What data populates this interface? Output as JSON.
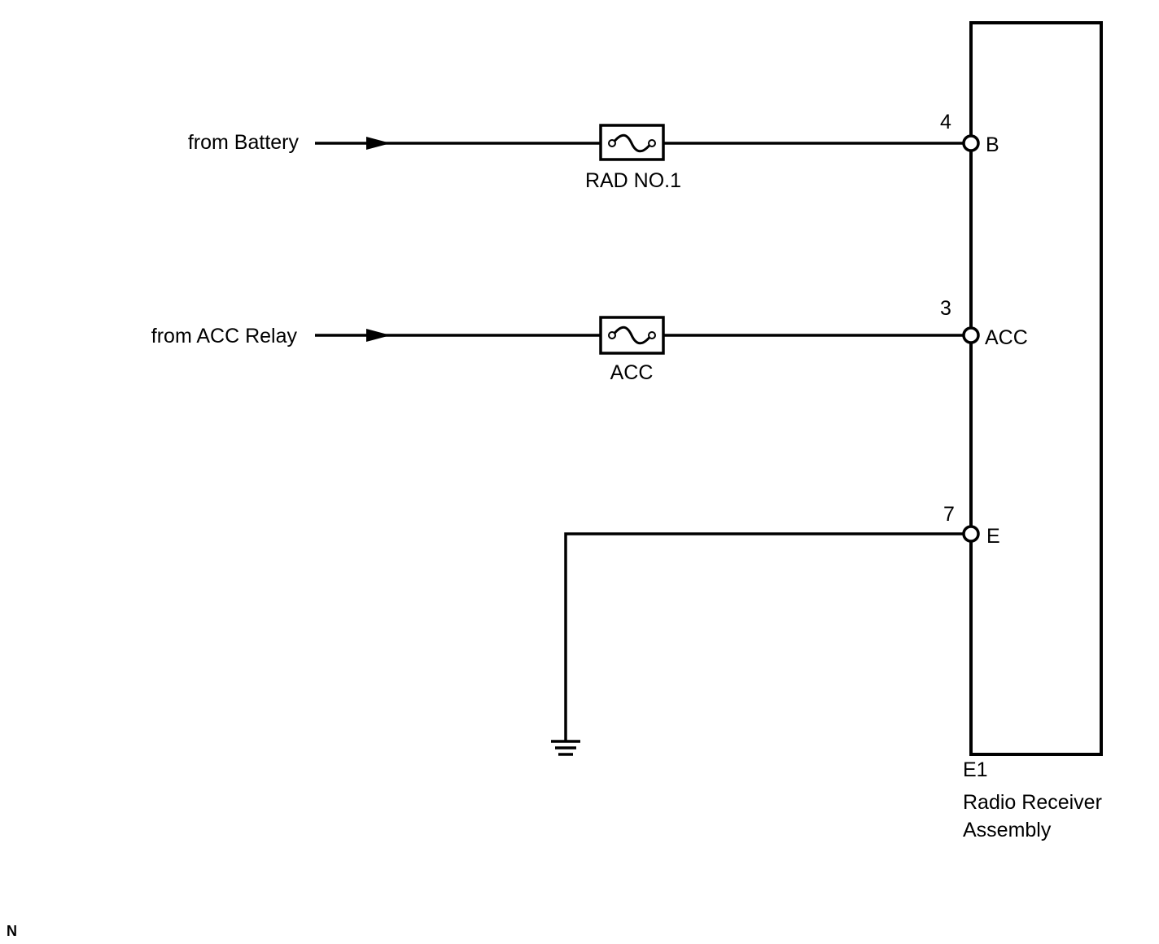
{
  "sources": {
    "battery": "from Battery",
    "acc_relay": "from ACC Relay"
  },
  "fuses": {
    "rad_no1": "RAD NO.1",
    "acc": "ACC"
  },
  "connector": {
    "id": "E1",
    "name_line1": "Radio Receiver",
    "name_line2": "Assembly",
    "pins": [
      {
        "number": "4",
        "label": "B"
      },
      {
        "number": "3",
        "label": "ACC"
      },
      {
        "number": "7",
        "label": "E"
      }
    ]
  },
  "corner_mark": "N"
}
